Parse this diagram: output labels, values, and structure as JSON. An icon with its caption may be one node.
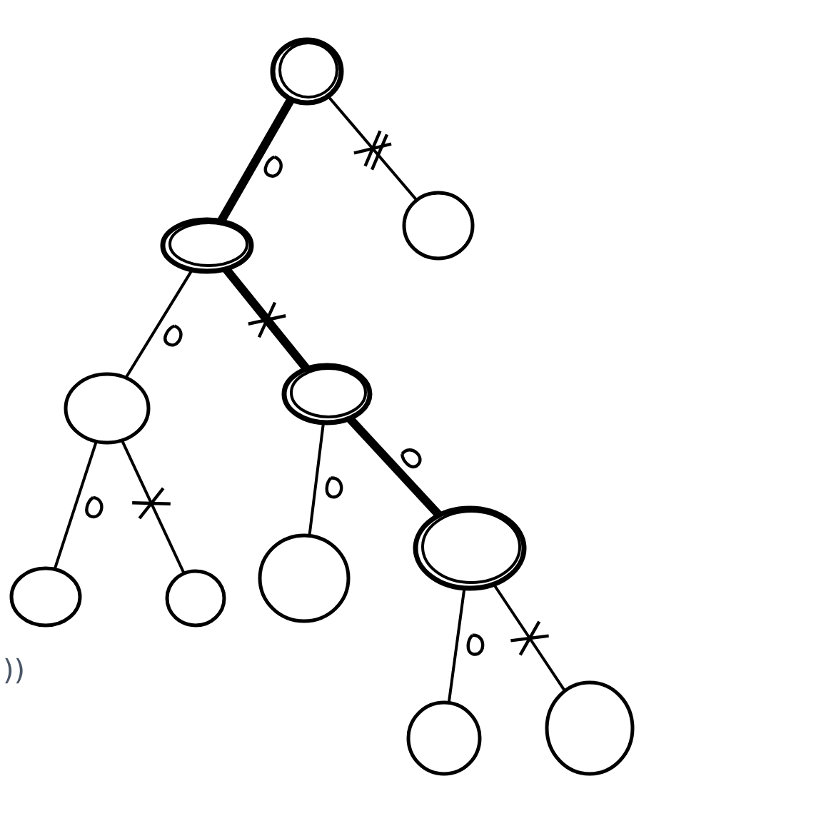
{
  "diagram": {
    "nodes": [
      {
        "text": [],
        "shape": "circle"
      },
      {
        "text": [],
        "shape": "circle"
      },
      {
        "text": [],
        "shape": "circle"
      },
      {
        "text": [],
        "shape": "circle"
      },
      {
        "text": [],
        "shape": "circle"
      },
      {
        "text": [],
        "shape": "circle"
      },
      {
        "text": [],
        "shape": "circle"
      },
      {
        "text": [],
        "shape": "circle"
      },
      {
        "text": [],
        "shape": "circle"
      },
      {
        "text": [],
        "shape": "circle"
      },
      {
        "text": [],
        "shape": "circle"
      }
    ],
    "edges": [
      {
        "from": 0,
        "to": 1,
        "arrow": "none",
        "style": "thick"
      },
      {
        "from": 0,
        "to": 2,
        "arrow": "none"
      },
      {
        "from": 1,
        "to": 3,
        "arrow": "none"
      },
      {
        "from": 1,
        "to": 4,
        "arrow": "none",
        "style": "thick"
      },
      {
        "from": 3,
        "to": 5,
        "arrow": "none"
      },
      {
        "from": 3,
        "to": 6,
        "arrow": "none"
      },
      {
        "from": 4,
        "to": 7,
        "arrow": "none"
      },
      {
        "from": 4,
        "to": 8,
        "arrow": "none",
        "style": "thick"
      },
      {
        "from": 8,
        "to": 9,
        "arrow": "none"
      },
      {
        "from": 8,
        "to": 10,
        "arrow": "none"
      }
    ],
    "labels": [
      "))"
    ]
  }
}
